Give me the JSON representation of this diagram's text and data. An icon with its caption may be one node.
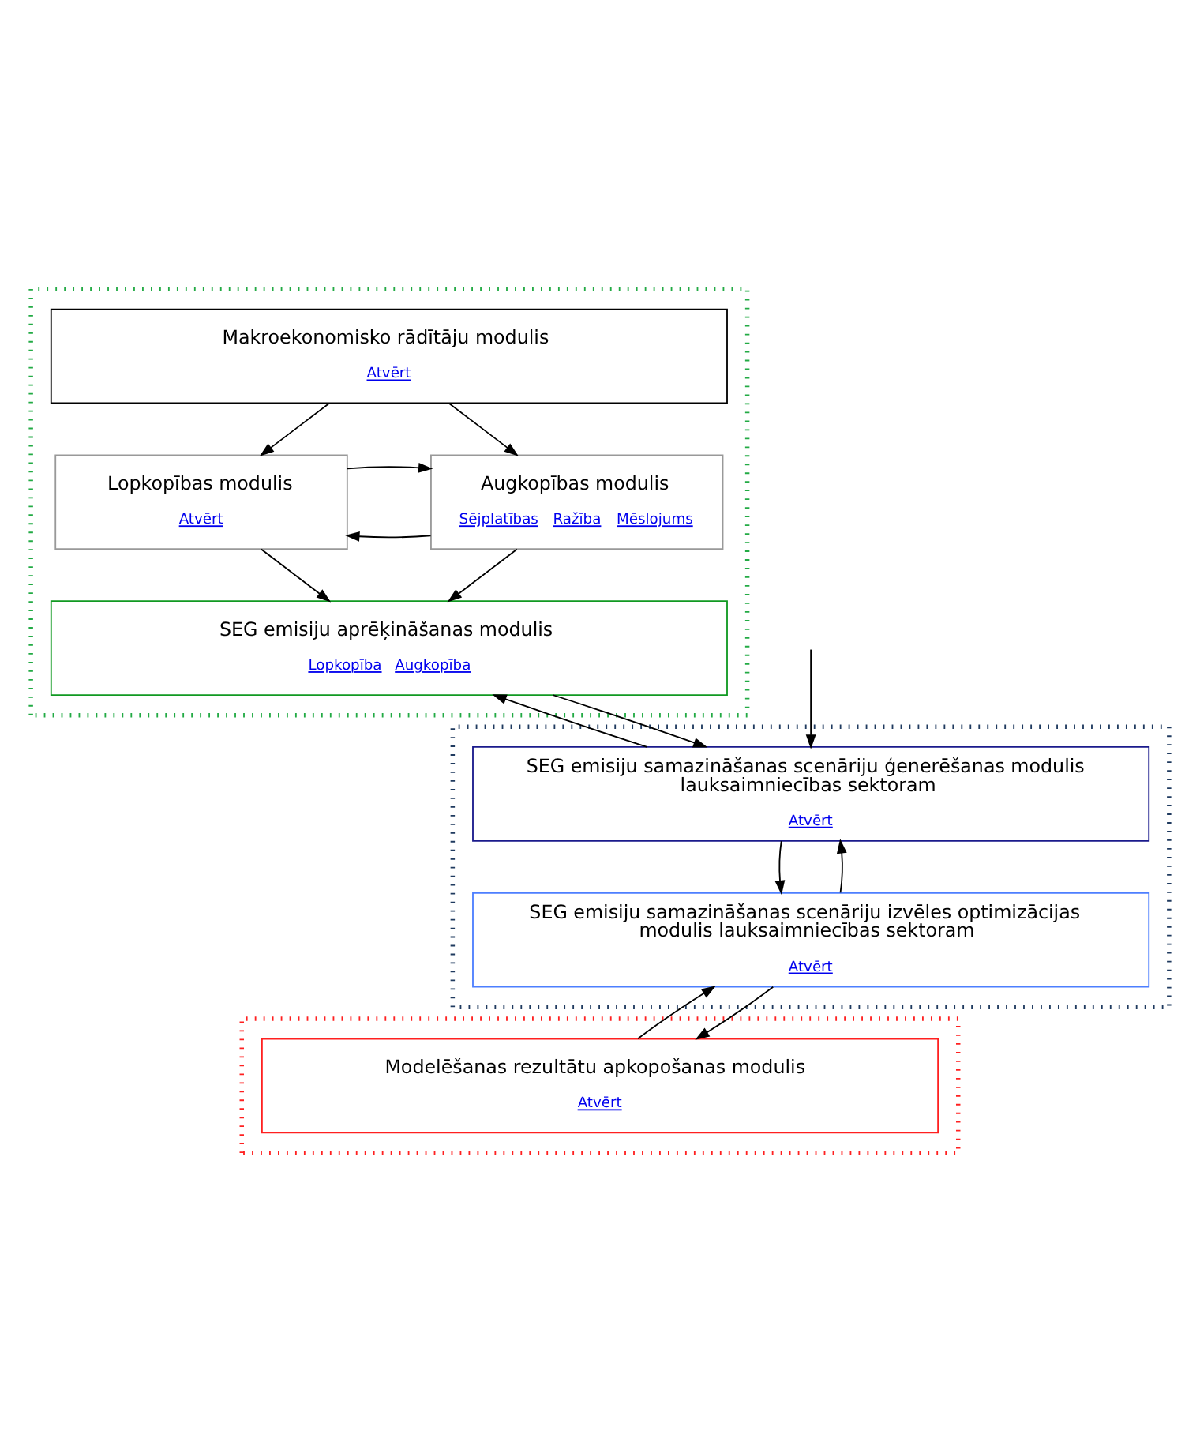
{
  "diagram": {
    "nodes": [
      {
        "text": [],
        "shape": "box"
      },
      {
        "text": [
          "Makroekonomisko rādītāju modulis",
          "Atvērt"
        ],
        "in": 0
      },
      {
        "text": [
          "Lopkopības modulis",
          "Atvērt"
        ],
        "in": 0
      },
      {
        "text": [
          "Augkopības modulis",
          "Sējplatības",
          "Ražība",
          "Mēslojums"
        ],
        "in": 0
      },
      {
        "text": [
          "SEG emisiju aprēķināšanas modulis",
          "Lopkopība",
          "Augkopība"
        ],
        "in": 0
      },
      {
        "text": [],
        "shape": "box"
      },
      {
        "text": [
          "SEG emisiju samazināšanas scenāriju ģenerēšanas modulis lauksaimniecības sektoram",
          "Atvērt"
        ],
        "in": 5
      },
      {
        "text": [
          "SEG emisiju samazināšanas scenāriju izvēles optimizācijas modulis lauksaimniecības sektoram",
          "Atvērt"
        ],
        "in": 5
      },
      {
        "text": [],
        "shape": "box"
      },
      {
        "text": [
          "Modelēšanas rezultātu apkopošanas modulis",
          "Atvērt"
        ],
        "in": 8
      }
    ],
    "edges": [
      {
        "from": 1,
        "to": 2,
        "arrow": "to"
      },
      {
        "from": 1,
        "to": 3,
        "arrow": "to"
      },
      {
        "from": 3,
        "to": 2,
        "arrow": "to"
      },
      {
        "from": 2,
        "to": 3,
        "arrow": "to"
      },
      {
        "from": 2,
        "to": 4,
        "arrow": "to"
      },
      {
        "from": 3,
        "to": 4,
        "arrow": "to"
      },
      {
        "from": 4,
        "to": 6,
        "arrow": "to"
      },
      {
        "from": 6,
        "to": 4,
        "arrow": "to"
      },
      {
        "from": 6,
        "to": 7,
        "arrow": "to"
      },
      {
        "from": 7,
        "to": 6,
        "arrow": "to"
      },
      {
        "from": 7,
        "to": 9,
        "arrow": "to"
      },
      {
        "from": 9,
        "to": 7,
        "arrow": "to"
      },
      {
        "from": null,
        "to": 6,
        "arrow": "to"
      }
    ]
  }
}
